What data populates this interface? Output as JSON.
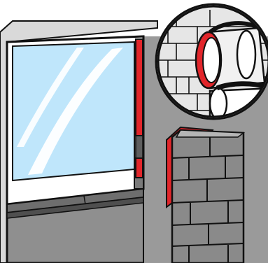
{
  "illustration": {
    "subject": "window-frame-and-pipe-penetration-sealing",
    "colors": {
      "wall": "#8f8f8f",
      "wall_light": "#cfcfcf",
      "brick": "#8a8a8a",
      "sealant": "#e2262b",
      "glass": "#bfe6fb",
      "frame": "#ffffff",
      "outline": "#111111"
    },
    "icons": [
      "window-frame",
      "sealant-strip",
      "brick-wall",
      "pipe-penetration",
      "magnifier-inset"
    ]
  }
}
